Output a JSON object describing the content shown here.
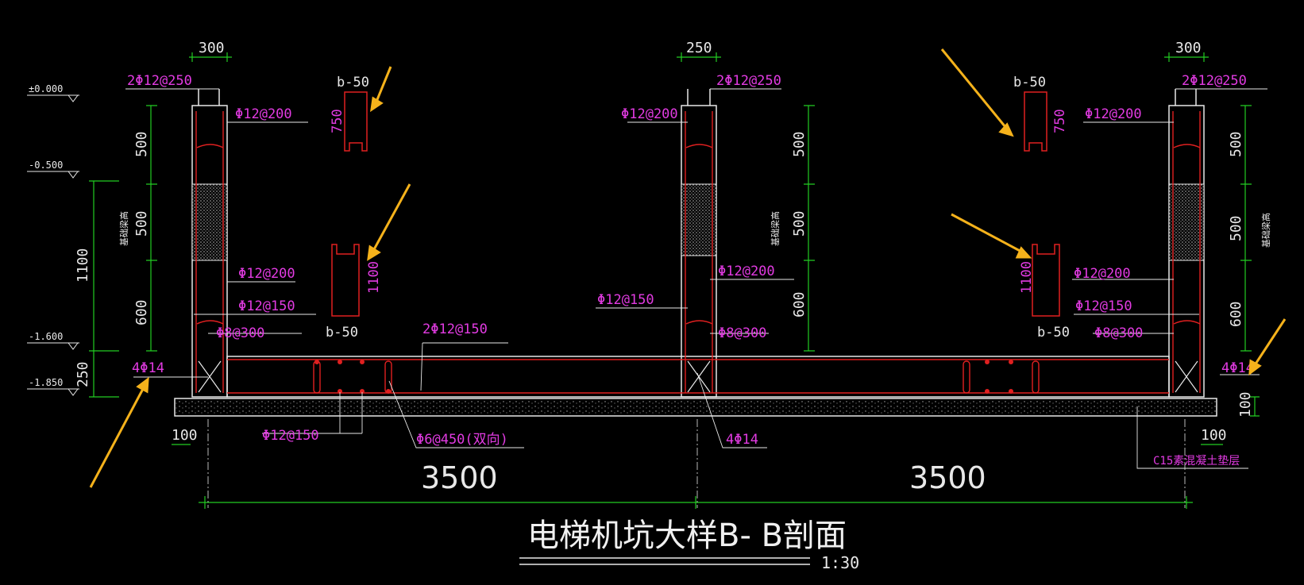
{
  "title": "电梯机坑大样B- B剖面",
  "scale": "1:30",
  "levels": [
    "±0.000",
    "-0.500",
    "-1.600",
    "-1.850"
  ],
  "left_dims": {
    "total": "1100",
    "bottom": "250"
  },
  "dims": {
    "wall_left": "300",
    "wall_mid": "250",
    "wall_right": "300",
    "seg_500": "500",
    "seg_600": "600",
    "base_100": "100",
    "span_left": "3500",
    "span_right": "3500",
    "profile_750": "750",
    "profile_1100": "1100"
  },
  "side_note": "基础梁高",
  "profiles": {
    "label": "b-50"
  },
  "rebar": {
    "top_cap": "2Φ12@250",
    "vert_200": "Φ12@200",
    "horiz_200": "Φ12@200",
    "horiz_150": "Φ12@150",
    "tie_300": "Φ8@300",
    "bottom_150": "2Φ12@150",
    "corner_4": "4Φ14",
    "slab_150": "Φ12@150",
    "stirrup_450": "Φ6@450(双向)"
  },
  "concrete_note": "C15素混凝土垫层",
  "colors": {
    "wall": "#ffffff",
    "rebar": "#e02020",
    "dim_green": "#22cc22",
    "label": "#e23be2",
    "arrow": "#f5b21b"
  }
}
